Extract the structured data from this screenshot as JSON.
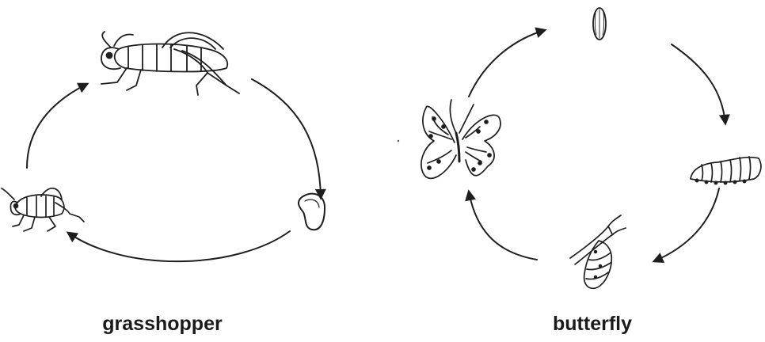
{
  "diagrams": [
    {
      "caption": "grasshopper",
      "stages": [
        {
          "name": "adult grasshopper",
          "icon": "adult-grasshopper-icon"
        },
        {
          "name": "egg",
          "icon": "egg-icon"
        },
        {
          "name": "nymph",
          "icon": "nymph-icon"
        }
      ]
    },
    {
      "caption": "butterfly",
      "stages": [
        {
          "name": "egg",
          "icon": "egg-icon"
        },
        {
          "name": "caterpillar",
          "icon": "caterpillar-icon"
        },
        {
          "name": "pupa",
          "icon": "pupa-icon"
        },
        {
          "name": "adult butterfly",
          "icon": "butterfly-icon"
        }
      ]
    }
  ],
  "colors": {
    "ink": "#1e1e1e",
    "background": "#ffffff"
  }
}
